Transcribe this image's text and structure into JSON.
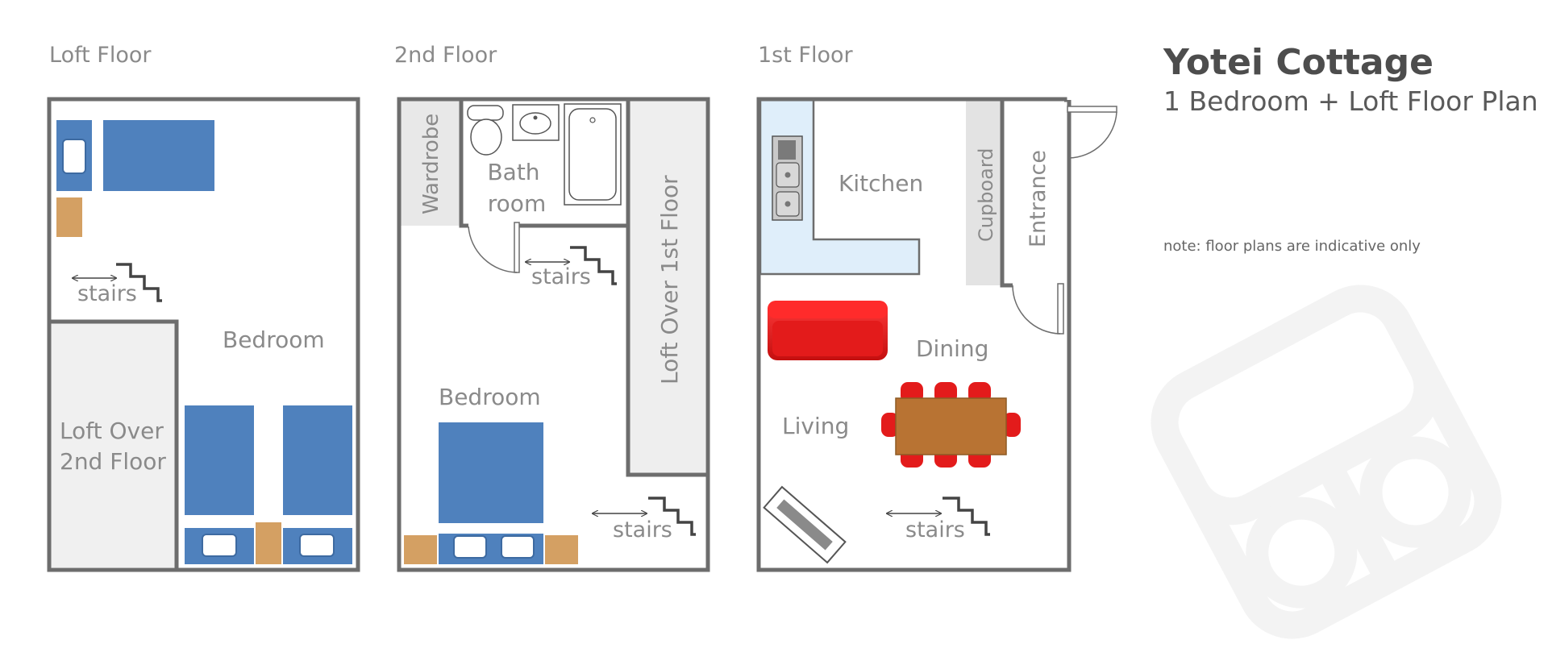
{
  "header": {
    "title": "Yotei Cottage",
    "subtitle": "1 Bedroom + Loft Floor Plan",
    "note": "note: floor plans are indicative only"
  },
  "floors": {
    "loft": {
      "heading": "Loft Floor",
      "bedroom": "Bedroom",
      "loft_over_line1": "Loft Over",
      "loft_over_line2": "2nd Floor",
      "stairs": "stairs"
    },
    "second": {
      "heading": "2nd Floor",
      "wardrobe": "Wardrobe",
      "bath_line1": "Bath",
      "bath_line2": "room",
      "stairs_upper": "stairs",
      "loft_over": "Loft Over 1st Floor",
      "bedroom": "Bedroom",
      "stairs_lower": "stairs"
    },
    "first": {
      "heading": "1st Floor",
      "kitchen": "Kitchen",
      "cupboard": "Cupboard",
      "entrance": "Entrance",
      "dining": "Dining",
      "living": "Living",
      "stairs": "stairs"
    }
  },
  "colors": {
    "wall": "#6d6d6d",
    "bed_blue": "#4f81bd",
    "furniture_wood": "#d4a063",
    "sofa_red": "#e31b1b",
    "table_wood": "#b87333",
    "storage_grey": "#e8e8e8",
    "counter_blue": "#dfeefa"
  }
}
